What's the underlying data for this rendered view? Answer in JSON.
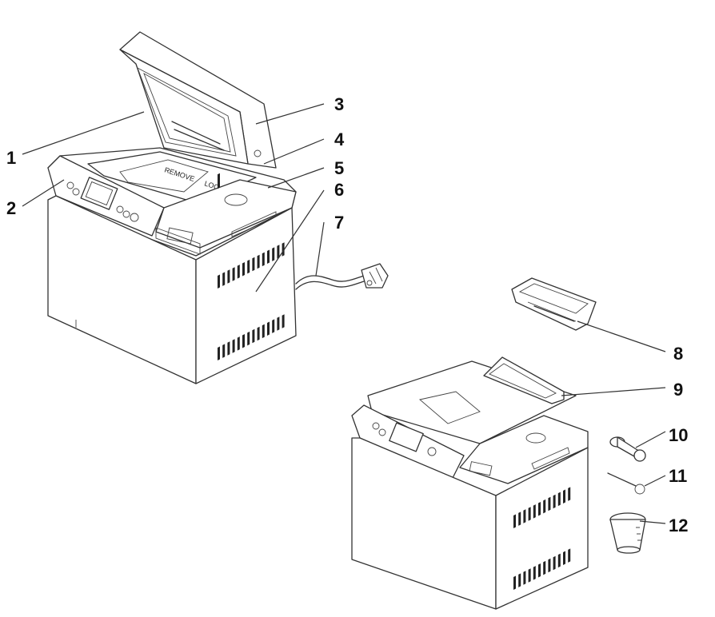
{
  "inner_text": {
    "remove": "REMOVE",
    "lock": "LOC"
  },
  "callouts": [
    "1",
    "2",
    "3",
    "4",
    "5",
    "6",
    "7",
    "8",
    "9",
    "10",
    "11",
    "12"
  ]
}
